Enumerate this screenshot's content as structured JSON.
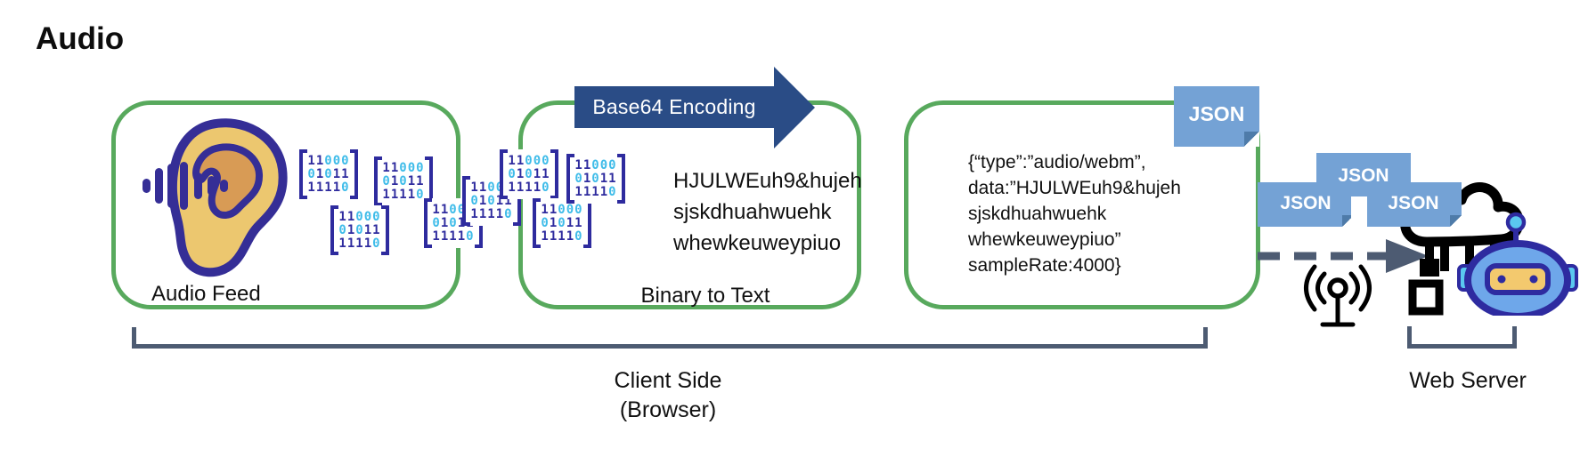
{
  "title": "Audio",
  "stage_boxes": {
    "audio_feed": {
      "label": "Audio Feed"
    },
    "binary_to_text": {
      "label": "Binary to Text",
      "encoded_lines": [
        "HJULWEuh9&hujeh",
        "sjskdhuahwuehk",
        "whewkeuweypiuo"
      ]
    },
    "json_payload": {
      "tab_label": "JSON",
      "payload_lines": [
        "{“type”:”audio/webm”,",
        "data:”HJULWEuh9&hujeh",
        "sjskdhuahwuehk",
        "whewkeuweypiuo”",
        "sampleRate:4000}"
      ]
    }
  },
  "encoding_arrow": {
    "label": "Base64 Encoding"
  },
  "binary_matrix": {
    "rows": [
      "11000",
      "01011",
      "11110"
    ]
  },
  "json_packets": {
    "labels": [
      "JSON",
      "JSON",
      "JSON"
    ]
  },
  "zones": {
    "client": {
      "line1": "Client Side",
      "line2": "(Browser)"
    },
    "server": {
      "label": "Web Server"
    }
  },
  "icons": {
    "ear": "ear-with-soundwaves-icon",
    "antenna": "radio-antenna-icon",
    "server": "cloud-server-robot-icon"
  },
  "colors": {
    "box_border_green": "#58a95d",
    "arrow_blue": "#2a4c86",
    "json_chip_blue": "#74a2d5",
    "json_fold_blue": "#4e7ba9",
    "matrix_indigo": "#2e2b9e",
    "matrix_cyan": "#3fbce9",
    "bracket_slate": "#4d5b72"
  }
}
